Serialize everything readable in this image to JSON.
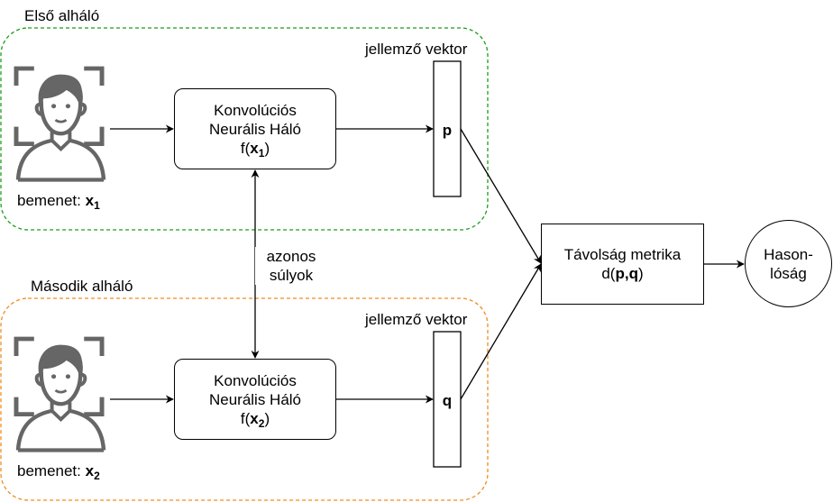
{
  "subnet1": {
    "title": "Első alháló",
    "color": "#1a9e1a",
    "input_label": "bemenet:",
    "input_var": "x",
    "input_sub": "1",
    "cnn_line1": "Konvolúciós",
    "cnn_line2": "Neurális Háló",
    "cnn_func_prefix": "f(",
    "cnn_func_var": "x",
    "cnn_func_sub": "1",
    "cnn_func_suffix": ")",
    "feature_label": "jellemző vektor",
    "feature_var": "p",
    "face_icon": "face-scan-icon"
  },
  "subnet2": {
    "title": "Második alháló",
    "color": "#f08c1e",
    "input_label": "bemenet:",
    "input_var": "x",
    "input_sub": "2",
    "cnn_line1": "Konvolúciós",
    "cnn_line2": "Neurális Háló",
    "cnn_func_prefix": "f(",
    "cnn_func_var": "x",
    "cnn_func_sub": "2",
    "cnn_func_suffix": ")",
    "feature_label": "jellemző vektor",
    "feature_var": "q",
    "face_icon": "face-scan-icon"
  },
  "shared_weights": {
    "line1": "azonos",
    "line2": "súlyok"
  },
  "distance": {
    "line1": "Távolság metrika",
    "func_prefix": "d(",
    "func_args": "p,q",
    "func_suffix": ")"
  },
  "similarity": {
    "line1": "Hason-",
    "line2": "lóság"
  },
  "colors": {
    "line": "#000000",
    "icon": "#666666"
  }
}
